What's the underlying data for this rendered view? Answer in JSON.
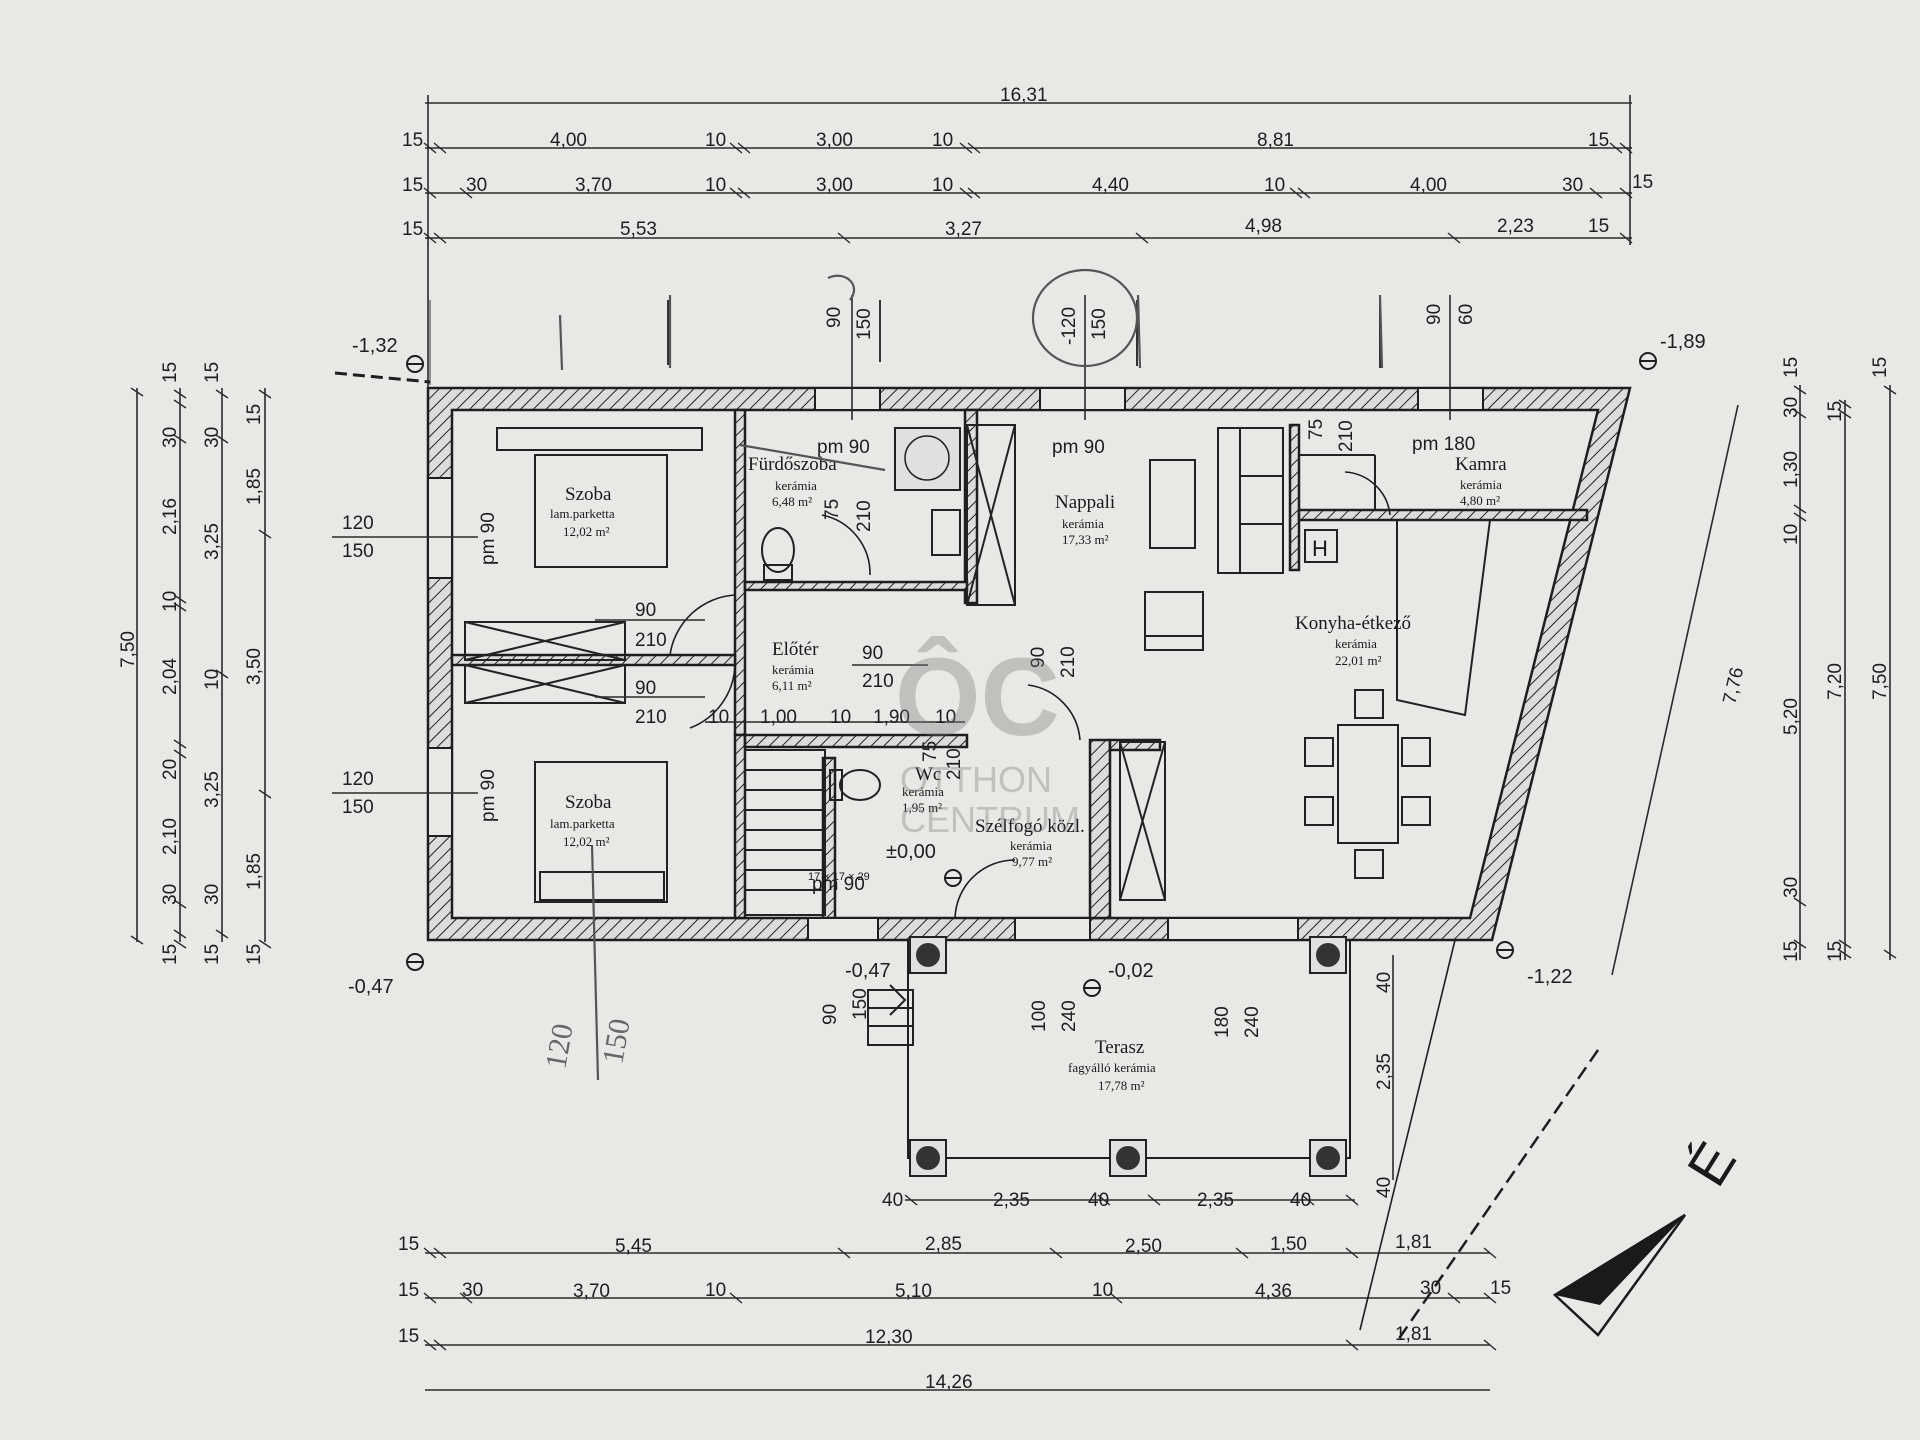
{
  "rooms": {
    "szoba1": {
      "name": "Szoba",
      "floor": "lam.parketta",
      "area": "12,02 m²"
    },
    "szoba2": {
      "name": "Szoba",
      "floor": "lam.parketta",
      "area": "12,02 m²"
    },
    "furdo": {
      "name": "Fürdőszoba",
      "floor": "kerámia",
      "area": "6,48 m²"
    },
    "eloter": {
      "name": "Előtér",
      "floor": "kerámia",
      "area": "6,11 m²"
    },
    "wc": {
      "name": "Wc",
      "floor": "kerámia",
      "area": "1,95 m²"
    },
    "szelfogo": {
      "name": "Szélfogó közl.",
      "floor": "kerámia",
      "area": "9,77 m²"
    },
    "nappali": {
      "name": "Nappali",
      "floor": "kerámia",
      "area": "17,33 m²"
    },
    "konyha": {
      "name": "Konyha-étkező",
      "floor": "kerámia",
      "area": "22,01 m²"
    },
    "kamra": {
      "name": "Kamra",
      "floor": "kerámia",
      "area": "4,80 m²"
    },
    "terasz": {
      "name": "Terasz",
      "floor": "fagyálló kerámia",
      "area": "17,78 m²"
    }
  },
  "top_dims": {
    "row1": [
      "16,31"
    ],
    "row2": [
      "15",
      "4,00",
      "10",
      "3,00",
      "10",
      "8,81",
      "15"
    ],
    "row3": [
      "15",
      "30",
      "3,70",
      "10",
      "3,00",
      "10",
      "4,40",
      "10",
      "4,00",
      "30",
      "15"
    ],
    "row4": [
      "15",
      "5,53",
      "3,27",
      "4,98",
      "2,23",
      "15"
    ]
  },
  "bottom_dims": {
    "terrace": [
      "40",
      "2,35",
      "40",
      "2,35",
      "40"
    ],
    "row1": [
      "15",
      "5,45",
      "2,85",
      "2,50",
      "1,50",
      "1,81"
    ],
    "row2": [
      "15",
      "30",
      "3,70",
      "10",
      "5,10",
      "10",
      "4,36",
      "30",
      "15"
    ],
    "row3": [
      "15",
      "12,30",
      "1,81"
    ],
    "row4": [
      "14,26"
    ]
  },
  "left_dims": {
    "outer": [
      "7,50"
    ],
    "mid": [
      "15",
      "30",
      "2,16",
      "10",
      "2,04",
      "20",
      "2,10",
      "30",
      "15"
    ],
    "inner": [
      "15",
      "30",
      "3,25",
      "10",
      "3,25",
      "30",
      "15"
    ],
    "innermost": [
      "15",
      "1,85",
      "3,50",
      "1,85",
      "15"
    ]
  },
  "right_dims": {
    "diag": [
      "7,76"
    ],
    "a": [
      "15",
      "30",
      "1,30",
      "10",
      "5,20",
      "30",
      "15"
    ],
    "b": [
      "15",
      "7,20",
      "15"
    ],
    "c": [
      "15",
      "7,50"
    ]
  },
  "labels": {
    "pm_bath": "pm 90",
    "pm_living": "pm 90",
    "pm_kamra": "pm 180",
    "pm_stair": "pm 90",
    "pm_room1": "pm 90",
    "pm_room2": "pm 90",
    "win_l1_a": "120",
    "win_l1_b": "150",
    "win_l2_a": "120",
    "win_l2_b": "150",
    "top_w1_a": "90",
    "top_w1_b": "150",
    "top_w2_a": "-120",
    "top_w2_b": "150",
    "top_w3_a": "90",
    "top_w3_b": "60",
    "d1_a": "90",
    "d1_b": "210",
    "d2_a": "90",
    "d2_b": "210",
    "d3_a": "90",
    "d3_b": "210",
    "d4_a": "90",
    "d4_b": "210",
    "d5_a": "75",
    "d5_b": "210",
    "d6_a": "75",
    "d6_b": "210",
    "d7_a": "75",
    "d7_b": "210",
    "corr_1": "10",
    "corr_2": "1,00",
    "corr_3": "10",
    "corr_4": "1,90",
    "corr_5": "10",
    "ext_d1_a": "90",
    "ext_d1_b": "150",
    "ext_d2_a": "100",
    "ext_d2_b": "240",
    "ext_d3_a": "180",
    "ext_d3_b": "240",
    "terrace_side_1": "40",
    "terrace_side_2": "2,35",
    "terrace_side_3": "40",
    "stair": "17 × 17 × 29",
    "hood": "H",
    "north": "É",
    "pencil_a": "120",
    "pencil_b": "150"
  },
  "levels": {
    "l1": "-1,32",
    "l2": "-1,89",
    "l3": "-0,47",
    "l4": "-1,22",
    "l5": "±0,00",
    "l6": "-0,47",
    "l7": "-0,02"
  },
  "watermark": {
    "mark": "ÔC",
    "line1": "OTTHON",
    "line2": "CENTRUM"
  }
}
